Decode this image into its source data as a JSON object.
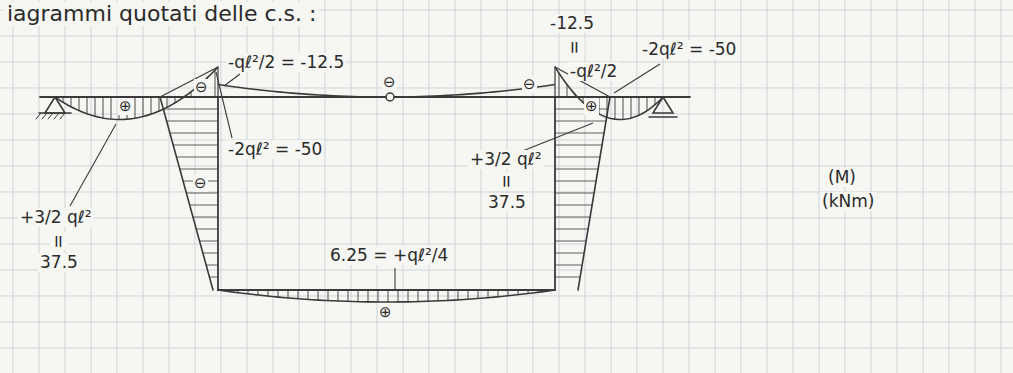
{
  "diagram": {
    "title": "iagrammi quotati delle c.s. :",
    "labels": [
      "-qℓ²/2 = -12.5",
      "-12.5",
      "=",
      "-qℓ²/2",
      "-2qℓ² = -50",
      "-2qℓ² = -50",
      "+3/2 qℓ²",
      "=",
      "37.5",
      "+3/2 qℓ²",
      "=",
      "37.5",
      "6.25 = +qℓ²/4",
      "(M)",
      "(kNm)",
      "⊖",
      "⊖",
      "⊖",
      "⊕",
      "⊕",
      "⊖",
      "⊕"
    ]
  }
}
